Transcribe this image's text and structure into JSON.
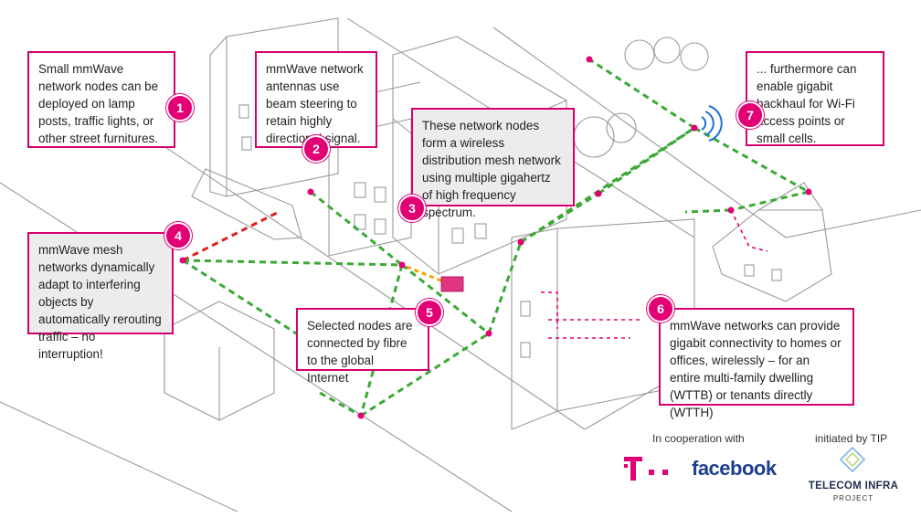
{
  "callouts": [
    {
      "num": "1",
      "text": "Small mmWave network nodes can be deployed on lamp posts, traffic lights, or other street furnitures."
    },
    {
      "num": "2",
      "text": "mmWave network antennas use beam steering to retain highly directional signal."
    },
    {
      "num": "3",
      "text": "These network nodes form a wireless distribution mesh network using multiple gigahertz of high frequency spectrum."
    },
    {
      "num": "4",
      "text": "mmWave mesh networks dynamically adapt to interfering objects by automatically rerouting traffic – no interruption!"
    },
    {
      "num": "5",
      "text": "Selected nodes are connected by fibre to the global Internet"
    },
    {
      "num": "6",
      "text": "mmWave networks can provide gigabit connectivity to homes or offices, wirelessly – for an entire multi-family dwelling (WTTB) or tenants directly (WTTH)"
    },
    {
      "num": "7",
      "text": "... furthermore can enable gigabit backhaul for Wi-Fi access points or small cells."
    }
  ],
  "footer": {
    "cooperation": "In cooperation with",
    "initiated": "initiated by TIP",
    "facebook": "facebook",
    "tip_name": "TELECOM INFRA",
    "tip_sub": "PROJECT"
  },
  "colors": {
    "magenta": "#e20074",
    "link_green": "#3aa935",
    "link_red": "#e0201b",
    "fibre_orange": "#f5a300",
    "sketch": "#8a8a8a"
  }
}
